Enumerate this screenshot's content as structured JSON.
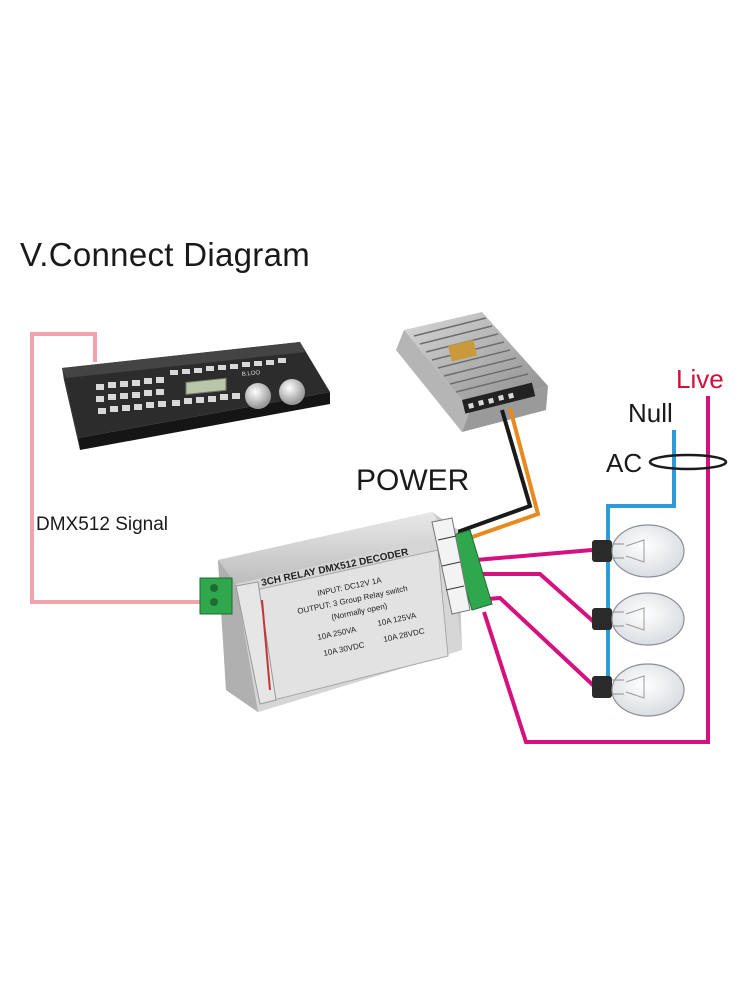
{
  "title": "V.Connect Diagram",
  "labels": {
    "power": "POWER",
    "dmx_signal": "DMX512 Signal",
    "live": "Live",
    "null": "Null",
    "ac": "AC"
  },
  "decoder": {
    "heading": "3CH RELAY DMX512 DECODER",
    "input": "INPUT: DC12V 1A",
    "output": "OUTPUT: 3 Group Relay switch",
    "mode": "(Normally open)",
    "rating_row1_left": "10A 250VA",
    "rating_row1_right": "10A 125VA",
    "rating_row2_left": "10A 30VDC",
    "rating_row2_right": "10A 28VDC"
  },
  "controller": {
    "brand": "B.LOO"
  },
  "colors": {
    "live_wire": "#d4117f",
    "null_wire": "#2d9bd8",
    "signal_wire": "#f0a3ac",
    "power_positive": "#e98a1e",
    "power_negative": "#1a1a1a",
    "live_label": "#d0103a"
  }
}
